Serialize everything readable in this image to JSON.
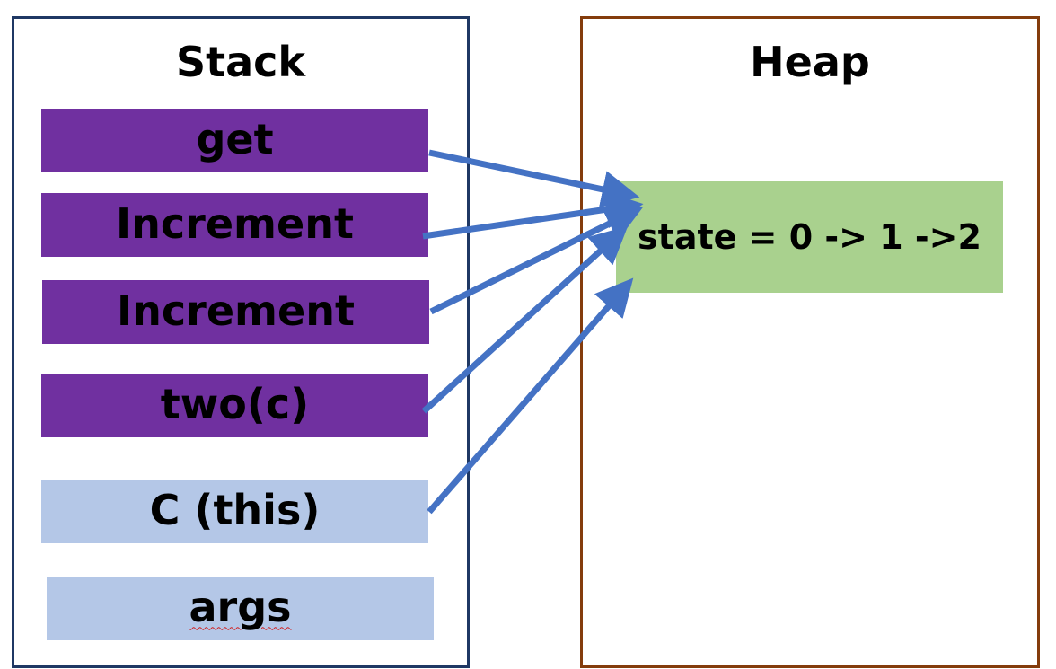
{
  "stack": {
    "title": "Stack",
    "frames": [
      {
        "label": "get",
        "kind": "method"
      },
      {
        "label": "Increment",
        "kind": "method"
      },
      {
        "label": "Increment",
        "kind": "method"
      },
      {
        "label": "two(c)",
        "kind": "method"
      },
      {
        "label": "C (this)",
        "kind": "object"
      },
      {
        "label": "args",
        "kind": "object"
      }
    ]
  },
  "heap": {
    "title": "Heap",
    "object_label": "state = 0 -> 1 ->2"
  },
  "colors": {
    "stack_border": "#1f3864",
    "heap_border": "#843c0c",
    "method_frame": "#7030a0",
    "object_frame": "#b4c7e7",
    "heap_object": "#a9d18e",
    "arrow": "#4472c4"
  },
  "references": [
    {
      "from": "stack.frames.0",
      "to": "heap.object"
    },
    {
      "from": "stack.frames.1",
      "to": "heap.object"
    },
    {
      "from": "stack.frames.2",
      "to": "heap.object"
    },
    {
      "from": "stack.frames.3",
      "to": "heap.object"
    },
    {
      "from": "stack.frames.4",
      "to": "heap.object"
    }
  ]
}
